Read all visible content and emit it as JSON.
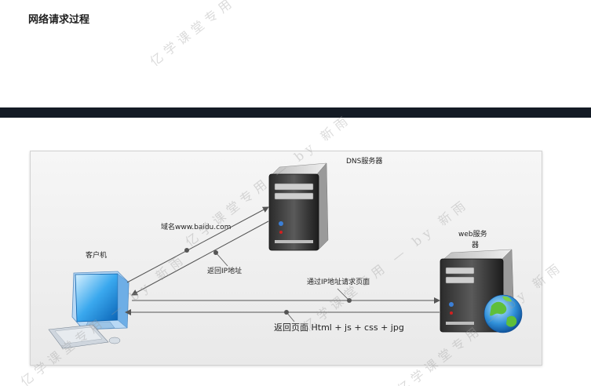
{
  "page": {
    "title": "网络请求过程"
  },
  "diagram": {
    "nodes": {
      "dns_server": "DNS服务器",
      "client": "客户机",
      "web_server_line1": "web服务",
      "web_server_line2": "器"
    },
    "arrows": {
      "domain_request": "域名www.baidu.com",
      "return_ip": "返回IP地址",
      "request_page_by_ip": "通过IP地址请求页面",
      "return_page": "返回页面  Html + js + css + jpg"
    }
  },
  "watermark": {
    "text": "亿学课堂专用 — by 新雨"
  }
}
